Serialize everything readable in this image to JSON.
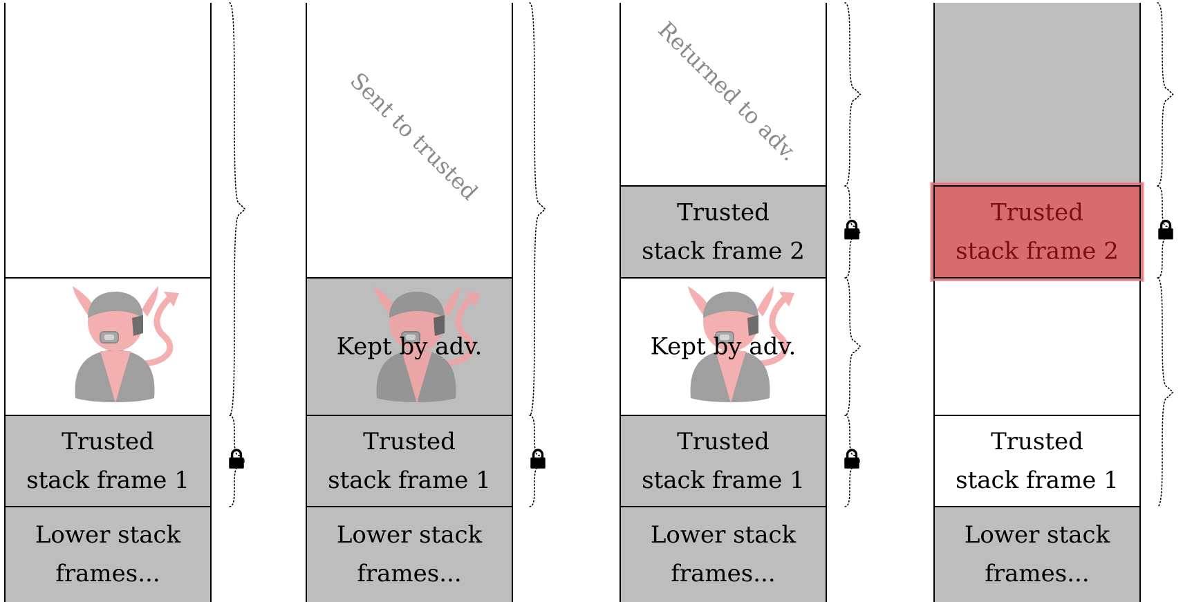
{
  "colors": {
    "frame_fill": "#bdbdbd",
    "highlight_fill": "#d86b6b",
    "highlight_glow": "#f2a0a0",
    "border": "#000000",
    "rotated_text": "#8a8a8a",
    "highlight_text": "#7a0f12",
    "devil_pink": "#f3a3a3",
    "devil_gray": "#8f8f8f"
  },
  "icons": {
    "lock": "lock-icon",
    "adversary": "devil-adversary-icon",
    "brace": "brace-icon"
  },
  "columns": [
    {
      "blocks": [
        {
          "id": "empty",
          "lines": [],
          "fill": "none"
        },
        {
          "id": "adversary",
          "lines": [],
          "fill": "none",
          "devil": true
        },
        {
          "id": "trusted1",
          "lines": [
            "Trusted",
            "stack frame 1"
          ],
          "fill": "gray",
          "lock": true
        },
        {
          "id": "lower",
          "lines": [
            "Lower stack",
            "frames..."
          ],
          "fill": "gray"
        }
      ]
    },
    {
      "rotated_label": "Sent to trusted",
      "blocks": [
        {
          "id": "empty",
          "lines": [],
          "fill": "none"
        },
        {
          "id": "adversary",
          "lines": [
            "Kept by adv."
          ],
          "fill": "gray",
          "devil": true
        },
        {
          "id": "trusted1",
          "lines": [
            "Trusted",
            "stack frame 1"
          ],
          "fill": "gray",
          "lock": true
        },
        {
          "id": "lower",
          "lines": [
            "Lower stack",
            "frames..."
          ],
          "fill": "gray"
        }
      ]
    },
    {
      "rotated_label": "Returned to adv.",
      "blocks": [
        {
          "id": "empty",
          "lines": [],
          "fill": "none"
        },
        {
          "id": "trusted2",
          "lines": [
            "Trusted",
            "stack frame 2"
          ],
          "fill": "gray",
          "lock": true
        },
        {
          "id": "adversary",
          "lines": [
            "Kept by adv."
          ],
          "fill": "none",
          "devil": true
        },
        {
          "id": "trusted1",
          "lines": [
            "Trusted",
            "stack frame 1"
          ],
          "fill": "gray",
          "lock": true
        },
        {
          "id": "lower",
          "lines": [
            "Lower stack",
            "frames..."
          ],
          "fill": "gray"
        }
      ]
    },
    {
      "blocks": [
        {
          "id": "empty",
          "lines": [],
          "fill": "gray"
        },
        {
          "id": "trusted2",
          "lines": [
            "Trusted",
            "stack frame 2"
          ],
          "fill": "highlight",
          "lock": true
        },
        {
          "id": "adversary",
          "lines": [],
          "fill": "none"
        },
        {
          "id": "trusted1",
          "lines": [
            "Trusted",
            "stack frame 1"
          ],
          "fill": "none"
        },
        {
          "id": "lower",
          "lines": [
            "Lower stack",
            "frames..."
          ],
          "fill": "gray"
        }
      ]
    }
  ]
}
